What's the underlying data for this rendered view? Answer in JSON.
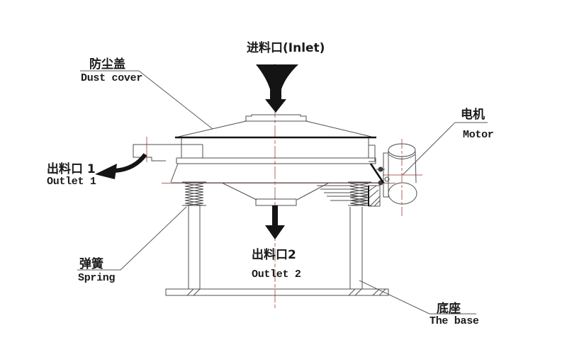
{
  "diagram": {
    "subject": "rotary vibrating sieve machine schematic",
    "labels": {
      "inlet": {
        "combined": "进料口(Inlet)"
      },
      "dust_cover": {
        "zh": "防尘盖",
        "en": "Dust cover"
      },
      "motor": {
        "zh": "电机",
        "en": "Motor"
      },
      "outlet1": {
        "zh": "出料口 1",
        "en": "Outlet 1"
      },
      "outlet2": {
        "zh": "出料口2",
        "en": "Outlet 2"
      },
      "spring": {
        "zh": "弹簧",
        "en": "Spring"
      },
      "base": {
        "zh": "底座",
        "en": "The base"
      }
    },
    "colors": {
      "background": "#ffffff",
      "thin_line": "#4f4f4f",
      "bold_line": "#141414",
      "centerline_red": "#b06363",
      "text": "#1a1a1a"
    }
  }
}
